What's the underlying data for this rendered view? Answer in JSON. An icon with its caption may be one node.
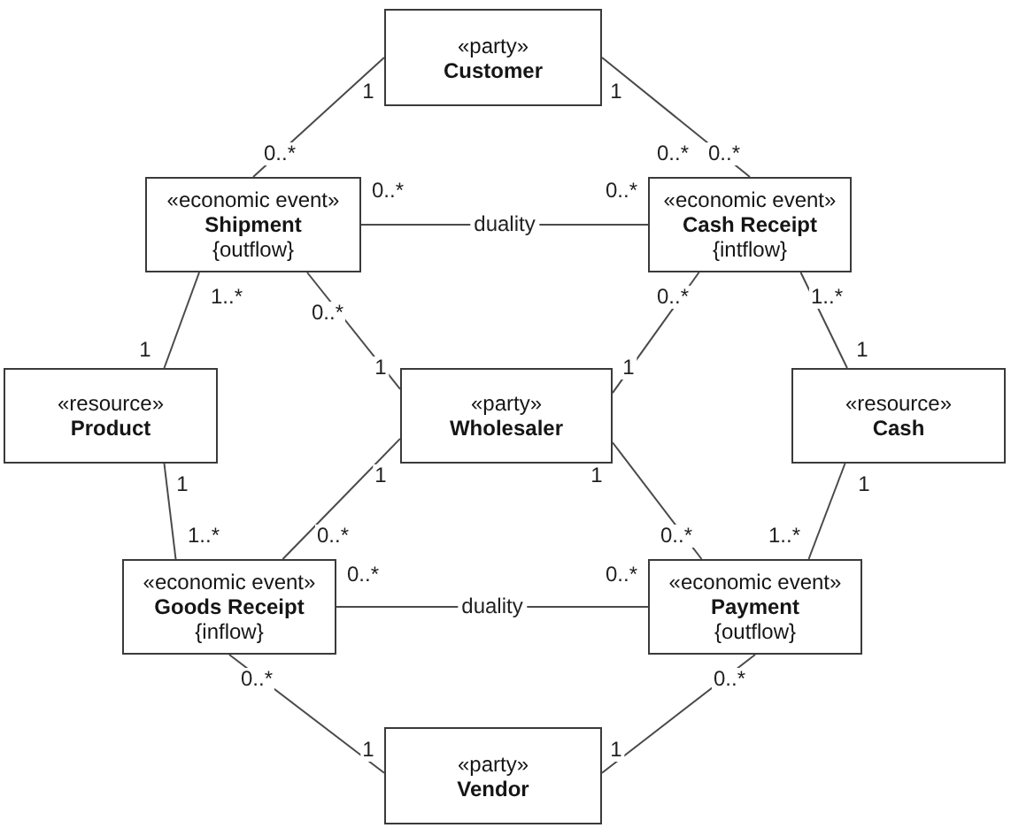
{
  "diagram": {
    "nodes": [
      {
        "text": [
          "«party»",
          "Customer"
        ]
      },
      {
        "text": [
          "«economic event»",
          "Shipment",
          "{outflow}"
        ]
      },
      {
        "text": [
          "«economic event»",
          "Cash Receipt",
          "{intflow}"
        ]
      },
      {
        "text": [
          "«resource»",
          "Product"
        ]
      },
      {
        "text": [
          "«party»",
          "Wholesaler"
        ]
      },
      {
        "text": [
          "«resource»",
          "Cash"
        ]
      },
      {
        "text": [
          "«economic event»",
          "Goods Receipt",
          "{inflow}"
        ]
      },
      {
        "text": [
          "«economic event»",
          "Payment",
          "{outflow}"
        ]
      },
      {
        "text": [
          "«party»",
          "Vendor"
        ]
      }
    ],
    "edges": [
      {
        "from": 0,
        "to": 1,
        "arrow": "none"
      },
      {
        "from": 0,
        "to": 2,
        "arrow": "none"
      },
      {
        "from": 1,
        "to": 2,
        "arrow": "none",
        "label": "duality"
      },
      {
        "from": 1,
        "to": 3,
        "arrow": "none"
      },
      {
        "from": 1,
        "to": 4,
        "arrow": "none"
      },
      {
        "from": 2,
        "to": 4,
        "arrow": "none"
      },
      {
        "from": 2,
        "to": 5,
        "arrow": "none"
      },
      {
        "from": 3,
        "to": 6,
        "arrow": "none"
      },
      {
        "from": 4,
        "to": 6,
        "arrow": "none"
      },
      {
        "from": 4,
        "to": 7,
        "arrow": "none"
      },
      {
        "from": 5,
        "to": 7,
        "arrow": "none"
      },
      {
        "from": 6,
        "to": 7,
        "arrow": "none",
        "label": "duality"
      },
      {
        "from": 6,
        "to": 8,
        "arrow": "none"
      },
      {
        "from": 7,
        "to": 8,
        "arrow": "none"
      }
    ],
    "labels": [
      "1",
      "1",
      "0..*",
      "0..*",
      "0..*",
      "0..*",
      "0..*",
      "1..*",
      "0..*",
      "1..*",
      "0..*",
      "1",
      "1",
      "1",
      "1",
      "1",
      "1",
      "1",
      "1",
      "1..*",
      "0..*",
      "0..*",
      "1..*",
      "0..*",
      "0..*",
      "0..*",
      "0..*",
      "1",
      "1"
    ]
  }
}
